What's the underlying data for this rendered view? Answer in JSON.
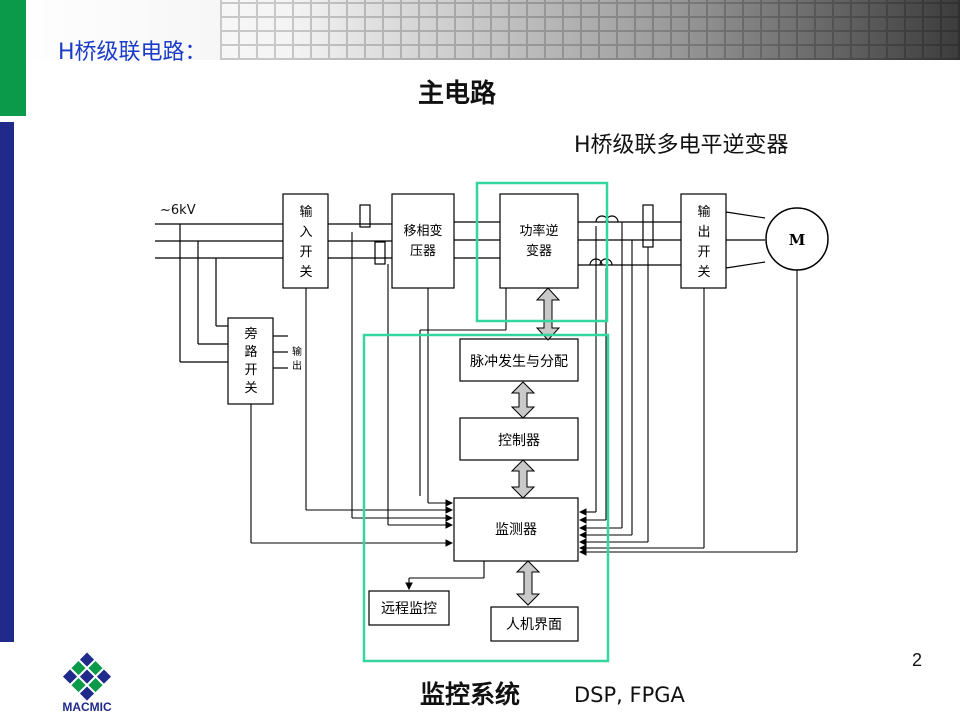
{
  "slide": {
    "title": "H桥级联电路：",
    "page_number": "2",
    "logo_text": "MACMIC"
  },
  "diagram": {
    "main_circuit_label": "主电路",
    "inverter_label": "H桥级联多电平逆变器",
    "monitor_system_label": "监控系统",
    "dsp_label": "DSP, FPGA",
    "source_label": "~6kV",
    "blocks": {
      "input_switch": [
        "输",
        "入",
        "开",
        "关"
      ],
      "phase_transformer": [
        "移相变",
        "压器"
      ],
      "power_inverter": [
        "功率逆",
        "变器"
      ],
      "output_switch": [
        "输",
        "出",
        "开",
        "关"
      ],
      "motor": "M",
      "bypass_switch": [
        "旁",
        "路",
        "开",
        "关"
      ],
      "bypass_output": [
        "输",
        "出"
      ],
      "pulse_generator": "脉冲发生与分配",
      "controller": "控制器",
      "monitor": "监测器",
      "remote_monitor": "远程监控",
      "hmi": "人机界面"
    },
    "colors": {
      "highlight": "#33d6a0",
      "title_blue": "#1a3cc8",
      "brand_green": "#0b9a4a",
      "brand_navy": "#1f2a8a"
    }
  }
}
